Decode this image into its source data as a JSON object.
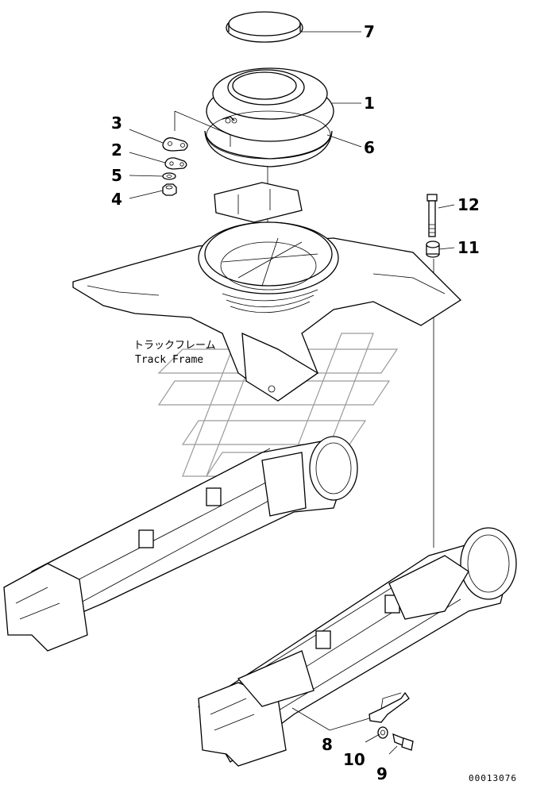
{
  "diagram": {
    "track_frame_label_jp": "トラックフレーム",
    "track_frame_label_en": "Track Frame",
    "document_number": "00013076",
    "callouts": [
      {
        "id": "c7",
        "label": "7"
      },
      {
        "id": "c1",
        "label": "1"
      },
      {
        "id": "c6",
        "label": "6"
      },
      {
        "id": "c3",
        "label": "3"
      },
      {
        "id": "c2",
        "label": "2"
      },
      {
        "id": "c5",
        "label": "5"
      },
      {
        "id": "c4",
        "label": "4"
      },
      {
        "id": "c12",
        "label": "12"
      },
      {
        "id": "c11",
        "label": "11"
      },
      {
        "id": "c8",
        "label": "8"
      },
      {
        "id": "c10",
        "label": "10"
      },
      {
        "id": "c9",
        "label": "9"
      }
    ]
  },
  "colors": {
    "line": "#000000",
    "watermark": "#9a9a9a",
    "background": "#ffffff"
  }
}
